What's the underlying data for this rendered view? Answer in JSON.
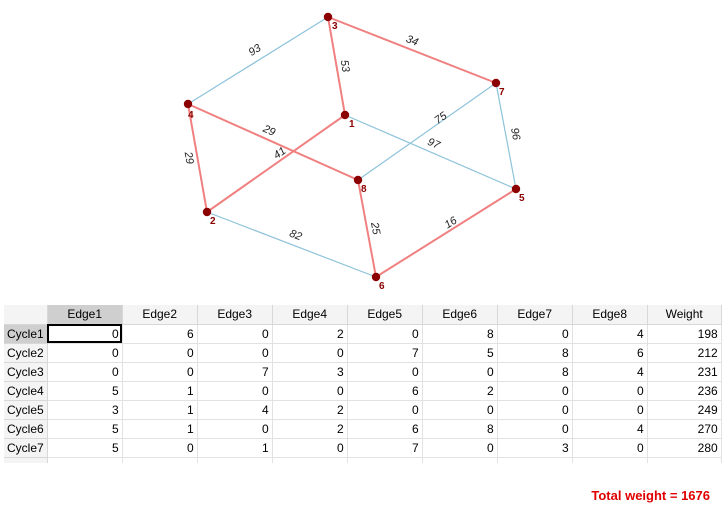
{
  "colors": {
    "red_edge": "#f08080",
    "blue_edge": "#8ec3da",
    "node": "#8b0000",
    "total_text": "#e00000"
  },
  "graph": {
    "nodes": [
      {
        "id": "1",
        "label": "1"
      },
      {
        "id": "2",
        "label": "2"
      },
      {
        "id": "3",
        "label": "3"
      },
      {
        "id": "4",
        "label": "4"
      },
      {
        "id": "5",
        "label": "5"
      },
      {
        "id": "6",
        "label": "6"
      },
      {
        "id": "7",
        "label": "7"
      },
      {
        "id": "8",
        "label": "8"
      }
    ],
    "edges": [
      {
        "from": "3",
        "to": "7",
        "weight": "34",
        "highlighted": true
      },
      {
        "from": "3",
        "to": "1",
        "weight": "53",
        "highlighted": true
      },
      {
        "from": "3",
        "to": "4",
        "weight": "93",
        "highlighted": false
      },
      {
        "from": "4",
        "to": "2",
        "weight": "29",
        "highlighted": true
      },
      {
        "from": "4",
        "to": "8",
        "weight": "29",
        "highlighted": true
      },
      {
        "from": "1",
        "to": "2",
        "weight": "41",
        "highlighted": true
      },
      {
        "from": "1",
        "to": "5",
        "weight": "97",
        "highlighted": false
      },
      {
        "from": "7",
        "to": "8",
        "weight": "75",
        "highlighted": false
      },
      {
        "from": "7",
        "to": "5",
        "weight": "96",
        "highlighted": false
      },
      {
        "from": "2",
        "to": "6",
        "weight": "82",
        "highlighted": false
      },
      {
        "from": "8",
        "to": "6",
        "weight": "25",
        "highlighted": true
      },
      {
        "from": "6",
        "to": "5",
        "weight": "16",
        "highlighted": true
      }
    ]
  },
  "table": {
    "columns": [
      "Edge1",
      "Edge2",
      "Edge3",
      "Edge4",
      "Edge5",
      "Edge6",
      "Edge7",
      "Edge8",
      "Weight"
    ],
    "rows": [
      {
        "label": "Cycle1",
        "values": [
          "0",
          "6",
          "0",
          "2",
          "0",
          "8",
          "0",
          "4",
          "198"
        ]
      },
      {
        "label": "Cycle2",
        "values": [
          "0",
          "0",
          "0",
          "0",
          "7",
          "5",
          "8",
          "6",
          "212"
        ]
      },
      {
        "label": "Cycle3",
        "values": [
          "0",
          "0",
          "7",
          "3",
          "0",
          "0",
          "8",
          "4",
          "231"
        ]
      },
      {
        "label": "Cycle4",
        "values": [
          "5",
          "1",
          "0",
          "0",
          "6",
          "2",
          "0",
          "0",
          "236"
        ]
      },
      {
        "label": "Cycle5",
        "values": [
          "3",
          "1",
          "4",
          "2",
          "0",
          "0",
          "0",
          "0",
          "249"
        ]
      },
      {
        "label": "Cycle6",
        "values": [
          "5",
          "1",
          "0",
          "2",
          "6",
          "8",
          "0",
          "4",
          "270"
        ]
      },
      {
        "label": "Cycle7",
        "values": [
          "5",
          "0",
          "1",
          "0",
          "7",
          "0",
          "3",
          "0",
          "280"
        ]
      }
    ],
    "active_cell": {
      "row": 0,
      "col": 0
    }
  },
  "total_weight_text": "Total weight = 1676"
}
